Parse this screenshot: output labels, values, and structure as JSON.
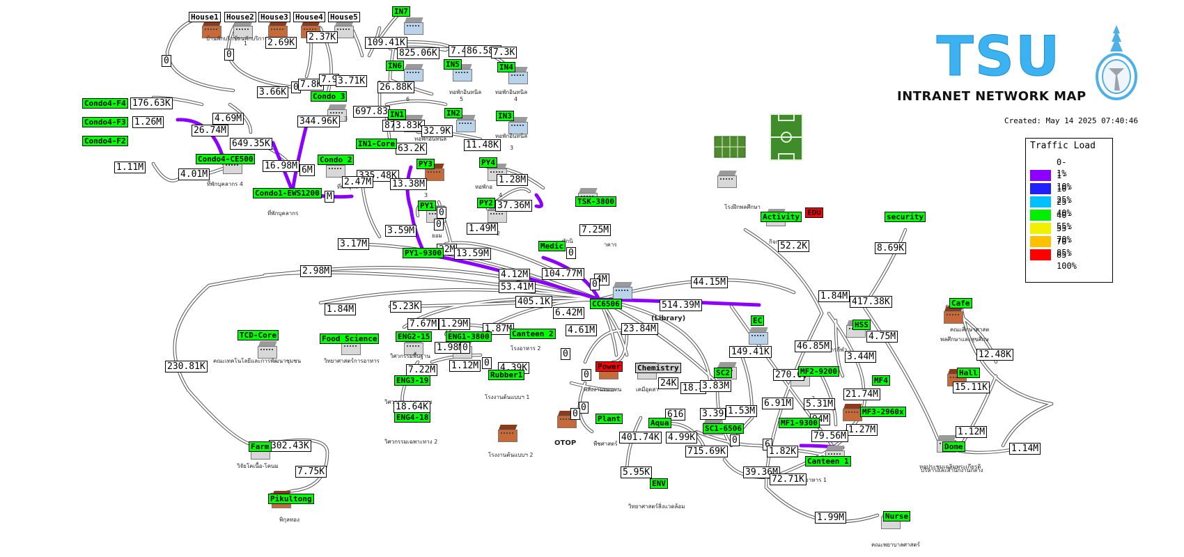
{
  "title": {
    "logo_text": "TSU",
    "subtitle": "INTRANET NETWORK MAP",
    "created": "Created: May 14 2025 07:40:46"
  },
  "legend": {
    "title": "Traffic Load",
    "items": [
      {
        "label": "0-1%",
        "color": "#ffffff"
      },
      {
        "label": "1-10%",
        "color": "#8c00ff"
      },
      {
        "label": "10-25%",
        "color": "#2020ff"
      },
      {
        "label": "25-40%",
        "color": "#00c0ff"
      },
      {
        "label": "40-55%",
        "color": "#00f000"
      },
      {
        "label": "55-70%",
        "color": "#f0f000"
      },
      {
        "label": "70-85%",
        "color": "#ffc000"
      },
      {
        "label": "85-100%",
        "color": "#ff0000"
      }
    ]
  },
  "nodes": [
    {
      "id": "house1",
      "label": "House1",
      "style": "white"
    },
    {
      "id": "house2",
      "label": "House2",
      "style": "white"
    },
    {
      "id": "house3",
      "label": "House3",
      "style": "white"
    },
    {
      "id": "house4",
      "label": "House4",
      "style": "white"
    },
    {
      "id": "house5",
      "label": "House5",
      "style": "white"
    },
    {
      "id": "in7",
      "label": "IN7",
      "style": "green"
    },
    {
      "id": "in6",
      "label": "IN6",
      "style": "green"
    },
    {
      "id": "in5",
      "label": "IN5",
      "style": "green"
    },
    {
      "id": "in4",
      "label": "IN4",
      "style": "green"
    },
    {
      "id": "in1",
      "label": "IN1",
      "style": "green"
    },
    {
      "id": "in2",
      "label": "IN2",
      "style": "green"
    },
    {
      "id": "in3",
      "label": "IN3",
      "style": "green"
    },
    {
      "id": "in1core",
      "label": "IN1-Core",
      "style": "green"
    },
    {
      "id": "condo3",
      "label": "Condo 3",
      "style": "green"
    },
    {
      "id": "condo2",
      "label": "Condo 2",
      "style": "green"
    },
    {
      "id": "condo4f4",
      "label": "Condo4-F4",
      "style": "green"
    },
    {
      "id": "condo4f3",
      "label": "Condo4-F3",
      "style": "green"
    },
    {
      "id": "condo4f2",
      "label": "Condo4-F2",
      "style": "green"
    },
    {
      "id": "condo4ce",
      "label": "Condo4-CE500",
      "style": "green"
    },
    {
      "id": "condo1",
      "label": "Condo1-EWS1200",
      "style": "green"
    },
    {
      "id": "py3",
      "label": "PY3",
      "style": "green"
    },
    {
      "id": "py4",
      "label": "PY4",
      "style": "green"
    },
    {
      "id": "py1",
      "label": "PY1",
      "style": "green"
    },
    {
      "id": "py2",
      "label": "PY2",
      "style": "green"
    },
    {
      "id": "py19300",
      "label": "PY1-9300",
      "style": "green"
    },
    {
      "id": "tsk",
      "label": "TSK-3800",
      "style": "green"
    },
    {
      "id": "medic",
      "label": "Medic",
      "style": "green"
    },
    {
      "id": "cc6506",
      "label": "CC6506",
      "style": "green"
    },
    {
      "id": "activity",
      "label": "Activity",
      "style": "green"
    },
    {
      "id": "edu",
      "label": "EDU",
      "style": "red"
    },
    {
      "id": "security",
      "label": "security",
      "style": "green"
    },
    {
      "id": "tcdcore",
      "label": "TCD-Core",
      "style": "green"
    },
    {
      "id": "foodsci",
      "label": "Food Science",
      "style": "green"
    },
    {
      "id": "eng215",
      "label": "ENG2-15",
      "style": "green"
    },
    {
      "id": "eng13800",
      "label": "ENG1-3800",
      "style": "green"
    },
    {
      "id": "canteen2",
      "label": "Canteen 2",
      "style": "green"
    },
    {
      "id": "eng319",
      "label": "ENG3-19",
      "style": "green"
    },
    {
      "id": "eng418",
      "label": "ENG4-18",
      "style": "green"
    },
    {
      "id": "rubber1",
      "label": "Rubber1",
      "style": "green"
    },
    {
      "id": "power",
      "label": "Power",
      "style": "red"
    },
    {
      "id": "chemistry",
      "label": "Chemistry",
      "style": "gray"
    },
    {
      "id": "plant",
      "label": "Plant",
      "style": "green"
    },
    {
      "id": "aqua",
      "label": "Aqua",
      "style": "green"
    },
    {
      "id": "env",
      "label": "ENV",
      "style": "green"
    },
    {
      "id": "ec",
      "label": "EC",
      "style": "green"
    },
    {
      "id": "sc2",
      "label": "SC2",
      "style": "green"
    },
    {
      "id": "sc16506",
      "label": "SC1-6506",
      "style": "green"
    },
    {
      "id": "mf29200",
      "label": "MF2-9200",
      "style": "green"
    },
    {
      "id": "mf4",
      "label": "MF4",
      "style": "green"
    },
    {
      "id": "mf32960",
      "label": "MF3-2960x",
      "style": "green"
    },
    {
      "id": "mf19300",
      "label": "MF1-9300",
      "style": "green"
    },
    {
      "id": "canteen1",
      "label": "Canteen 1",
      "style": "green"
    },
    {
      "id": "hss",
      "label": "HSS",
      "style": "green"
    },
    {
      "id": "cafe",
      "label": "Cafe",
      "style": "green"
    },
    {
      "id": "hall",
      "label": "Hall",
      "style": "green"
    },
    {
      "id": "dome",
      "label": "Dome",
      "style": "green"
    },
    {
      "id": "nurse",
      "label": "Nurse",
      "style": "green"
    },
    {
      "id": "farm",
      "label": "Farm",
      "style": "green"
    },
    {
      "id": "pikultong",
      "label": "Pikultong",
      "style": "green"
    }
  ],
  "traffic_labels": [
    "0",
    "0",
    "2.69K",
    "2.37K",
    "109.41K",
    "825.06K",
    "7.4",
    "86.58K",
    "7.3K",
    "3.66K",
    "0",
    "7.8K",
    "7.9",
    "3.71K",
    "26.88K",
    "176.63K",
    "4.69M",
    "1.26M",
    "26.74M",
    "344.96K",
    "697.83",
    "87",
    "3.83K",
    "32.9K",
    "649.35K",
    "11.48K",
    "63.2K",
    "16.98M",
    "6M",
    "1.11M",
    "4.01M",
    "335.48K",
    "2.47M",
    "13.38M",
    "1.28M",
    "M",
    "37.36M",
    "0",
    "1.49M",
    "3.59M",
    "0",
    "3.17M",
    "22M",
    "13.59M",
    "0",
    "7.25M",
    "2.98M",
    "4.12M",
    "104.77M",
    "4M",
    "53.41M",
    "0",
    "44.15M",
    "52.2K",
    "8.69K",
    "405.1K",
    "514.39M",
    "1.84M",
    "417.38K",
    "1.84M",
    "5.23K",
    "6.42M",
    "7.67M",
    "1.29M",
    "1.87M",
    "23.84M",
    "4.75M",
    "4.61M",
    "1.98M",
    "0",
    "149.41K",
    "46.85M",
    "3.44M",
    "12.48K",
    "230.81K",
    "7.22M",
    "1.12M",
    "0",
    "0",
    "4.39K",
    "0",
    "270.0",
    "21.74M",
    "15.11K",
    "24K",
    "18.8",
    "3.83M",
    "18.64K",
    "0",
    "6.91M",
    "5.31M",
    "616",
    "3.39",
    "1.53M",
    "94M",
    "1.27M",
    "1.12M",
    "0",
    "401.74K",
    "4.99K",
    "0",
    "79.56M",
    "1.14M",
    "302.43K",
    "715.69K",
    "6",
    "1.82K",
    "5.95K",
    "7.75K",
    "39.36M",
    "72.71K",
    "1.99M"
  ],
  "captions": [
    "บ้านพักบริการ",
    "บ้านพักบริการ",
    "1",
    "ที่พักบุคลากร 4",
    "ที่พักบุคลากร",
    "ที่พักบุคล",
    "3",
    "6",
    "5",
    "4",
    "ทอพักอินทนิล",
    "ทอพักอินทนิล",
    "ทอพักอินทนิล",
    "3",
    "หอพักอินทนิล",
    "3",
    "หอพักอ",
    "4",
    "ยอม",
    "2",
    "ทักนิ",
    "าคาร",
    "(Library)",
    "โรงฝึกพลศึกษา",
    "กิจกร",
    "คณะศึกษาศาสต",
    "พลศึกษาและสุขศึกษ",
    "คณะเทคโนโลยีและการพัฒนาชุมชน",
    "วิทยาศาสตร์การอาหาร",
    "วิศวกรรมพื้นฐาน",
    "โรงอาหาร 2",
    "วิศวกรรมเฉพาะทาง",
    "วิศวกรรมเฉพาะทาง 2",
    "โรงงานต้นแบบฯ 1",
    "พลังงานทดแทน",
    "เคมีอุตสา",
    "พืชศาสตร์",
    "OTOP",
    "โรงงานต้นแบบฯ 2",
    "วิทยาศาสตร์สิ่งแวดล้อม",
    "ง",
    "2",
    "อาหาร 1",
    "หอประชุมเฉลิมพระเกียรติ",
    "บริหารและสำนักงานกลาง",
    "คณะพยาบาลศาสตร์",
    "วิจัยโคเนื้อ-โคนม",
    "พิกุลทอง",
    "อการกีฬา"
  ]
}
